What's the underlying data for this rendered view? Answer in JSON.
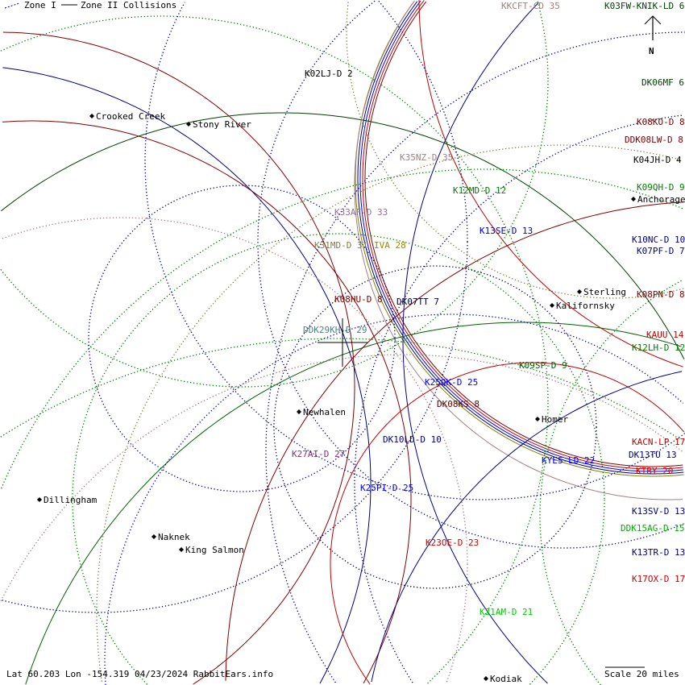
{
  "legend": {
    "zone1": "Zone I",
    "zone2": "Zone II Collisions"
  },
  "footer": {
    "info": "Lat 60.203 Lon -154.319 04/23/2024 RabbitEars.info",
    "scale": "Scale 20 miles"
  },
  "north": "N",
  "stations": [
    {
      "label": "KKCFT-CD 35",
      "color": "#a08080"
    },
    {
      "label": "K03FW-KNIK-LD 6",
      "color": "#004000"
    },
    {
      "label": "DK06MF 6",
      "color": "#004000"
    },
    {
      "label": "K08KO-D 8",
      "color": "#800000"
    },
    {
      "label": "DDK08LW-D 8",
      "color": "#800000"
    },
    {
      "label": "K04JH-D 4",
      "color": "#000000"
    },
    {
      "label": "K09QH-D 9",
      "color": "#008000"
    },
    {
      "label": "K10NC-D 10",
      "color": "#000080"
    },
    {
      "label": "K07PF-D 7",
      "color": "#000080"
    },
    {
      "label": "K08PN-D 8",
      "color": "#800000"
    },
    {
      "label": "KAUU 14",
      "color": "#c00000"
    },
    {
      "label": "K12LH-D 12",
      "color": "#008000"
    },
    {
      "label": "KACN-LP 17",
      "color": "#c00000"
    },
    {
      "label": "DK13TU 13",
      "color": "#000080"
    },
    {
      "label": "KTBY 20",
      "color": "#e00000"
    },
    {
      "label": "K13SV-D 13",
      "color": "#000080"
    },
    {
      "label": "DDK15AG-D 15",
      "color": "#00b000"
    },
    {
      "label": "K13TR-D 13",
      "color": "#000080"
    },
    {
      "label": "K17OX-D 17",
      "color": "#d00000"
    },
    {
      "label": "K02LJ-D 2",
      "color": "#000000"
    },
    {
      "label": "K35NZ-D 35",
      "color": "#a08080"
    },
    {
      "label": "K12MD-D 12",
      "color": "#008000"
    },
    {
      "label": "K13SE-D 13",
      "color": "#0000c0"
    },
    {
      "label": "K33AF-D 33",
      "color": "#907090"
    },
    {
      "label": "K31MD-D 31",
      "color": "#808040"
    },
    {
      "label": "IVA 28",
      "color": "#909000"
    },
    {
      "label": "K08HU-D 8",
      "color": "#800000"
    },
    {
      "label": "DK07TT 7",
      "color": "#000040"
    },
    {
      "label": "DDK29KH-D 29",
      "color": "#508080"
    },
    {
      "label": "K09SP-D 9",
      "color": "#006000"
    },
    {
      "label": "K25QK-D 25",
      "color": "#0000ff"
    },
    {
      "label": "DK08KS 8",
      "color": "#600000"
    },
    {
      "label": "DK10LD-D 10",
      "color": "#000080"
    },
    {
      "label": "K27AI-D 27",
      "color": "#803080"
    },
    {
      "label": "KYES-LD 22",
      "color": "#0000ff"
    },
    {
      "label": "K25PI-D 25",
      "color": "#0000ff"
    },
    {
      "label": "K23OE-D 23",
      "color": "#d00000"
    },
    {
      "label": "K21AM-D 21",
      "color": "#00d000"
    }
  ],
  "cities": [
    "Crooked Creek",
    "Stony River",
    "Anchorage",
    "Sterling",
    "Kalifornsky",
    "Homer",
    "Newhalen",
    "Dillingham",
    "Naknek",
    "King Salmon",
    "Kodiak"
  ]
}
